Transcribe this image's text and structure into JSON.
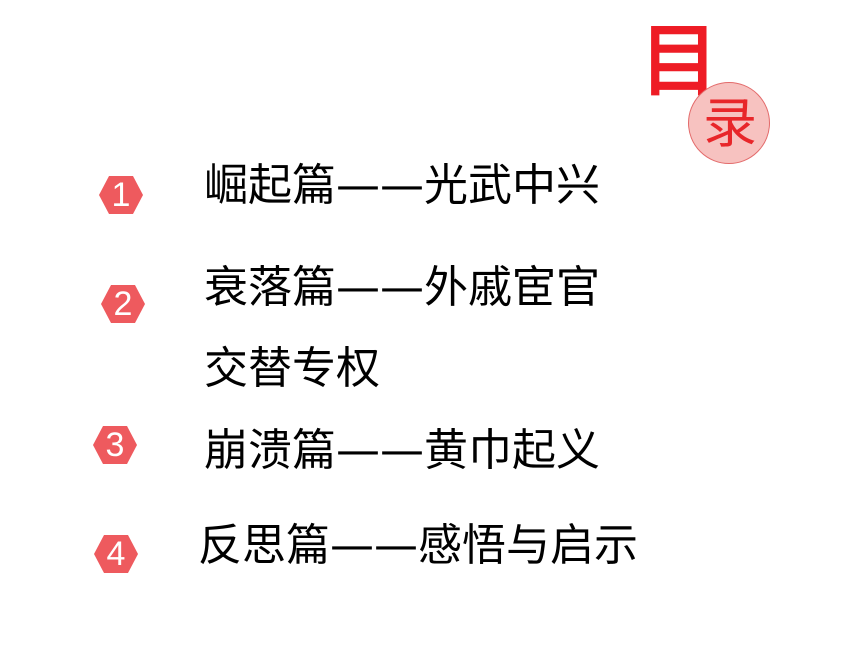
{
  "heading": {
    "char1": "目",
    "char2": "录",
    "char1_color": "#ee1c25",
    "char2_color": "#e8262a",
    "circle_color": "#f7c2c0"
  },
  "badge_color": "#ee5a5e",
  "items": [
    {
      "number": "1",
      "text": "崛起篇——光武中兴"
    },
    {
      "number": "2",
      "text": "衰落篇——外戚宦官",
      "text_line2": "交替专权"
    },
    {
      "number": "3",
      "text": "崩溃篇——黄巾起义"
    },
    {
      "number": "4",
      "text": "反思篇——感悟与启示"
    }
  ]
}
